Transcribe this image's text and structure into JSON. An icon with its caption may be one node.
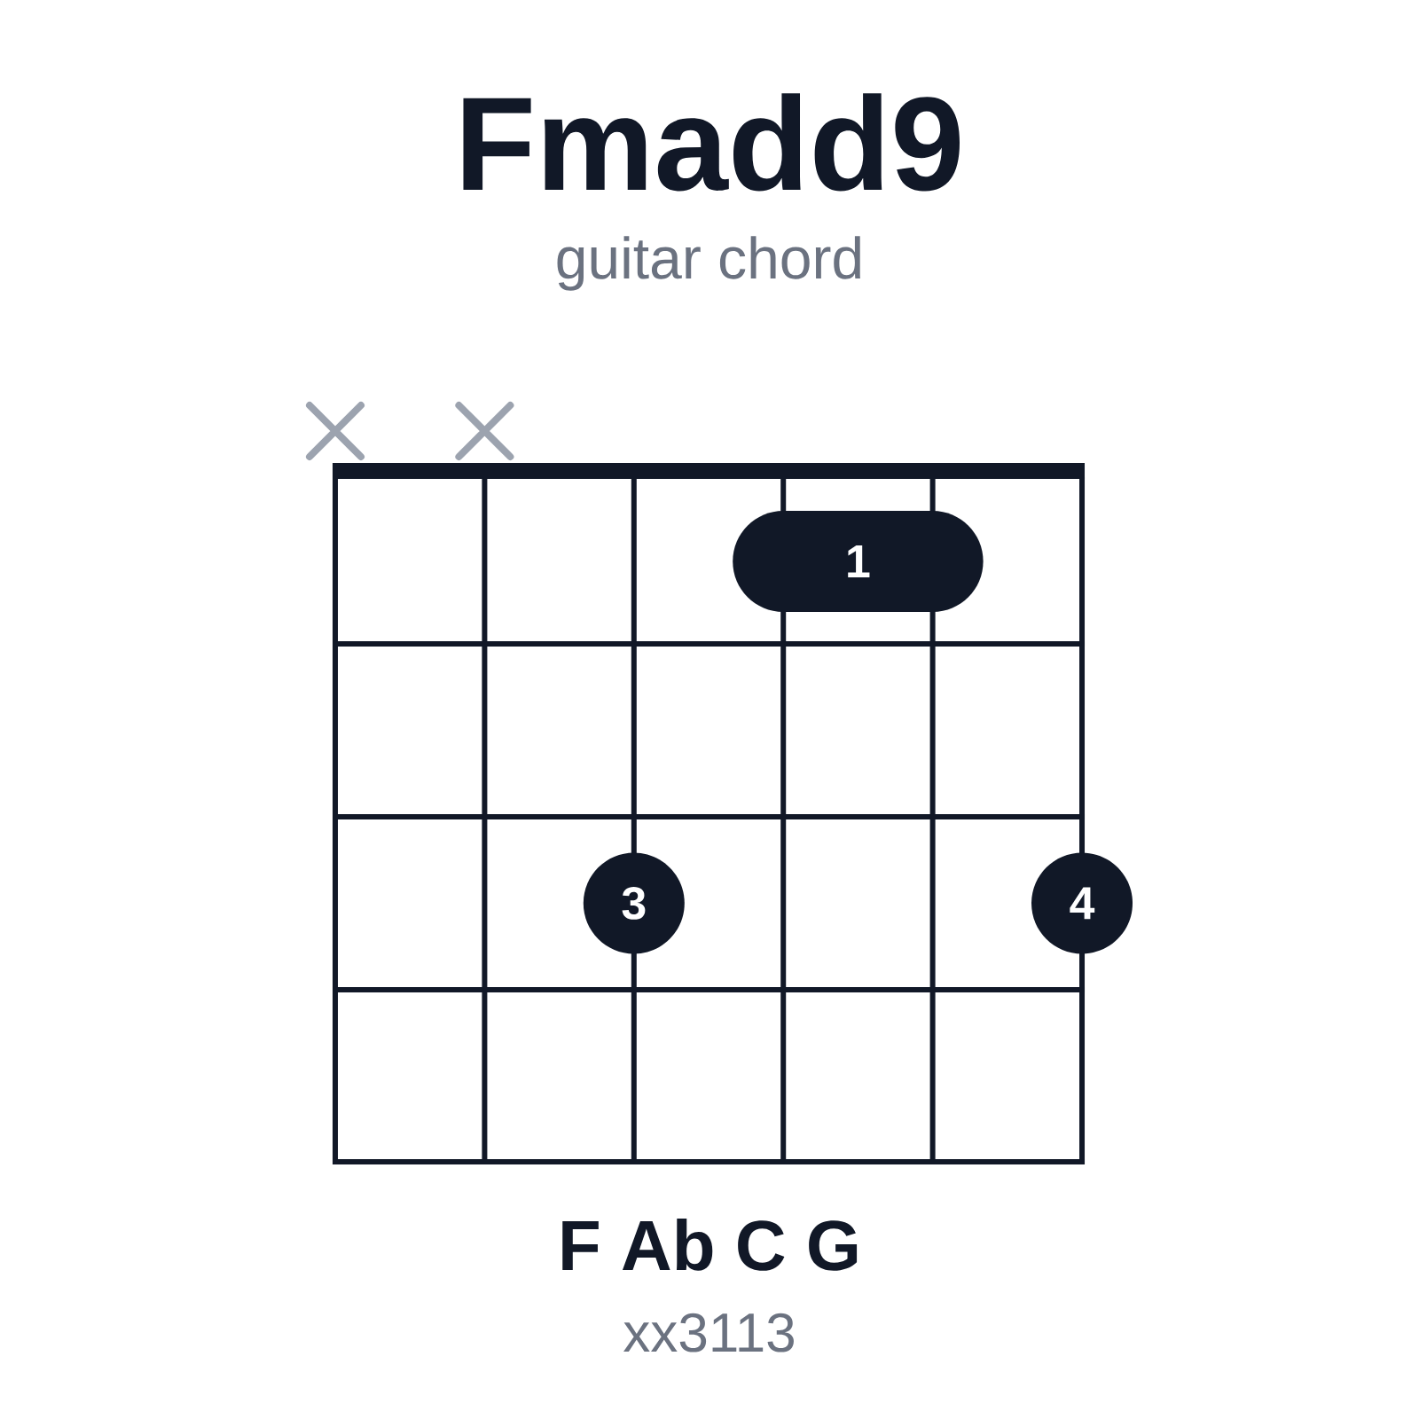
{
  "diagram": {
    "title": "Fmadd9",
    "nodes": [
      {
        "text": [
          "1"
        ]
      },
      {
        "text": [
          "3"
        ]
      },
      {
        "text": [
          "4"
        ]
      }
    ],
    "labels": [
      "guitar chord",
      "F Ab C G",
      "xx3113"
    ]
  }
}
